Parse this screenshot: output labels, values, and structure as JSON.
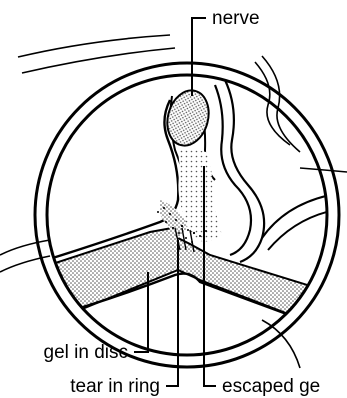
{
  "labels": {
    "nerve": "nerve",
    "gel_in_disc": "gel in disc",
    "tear_in_ring": "tear in ring",
    "escaped_gel": "escaped ge"
  },
  "colors": {
    "ink": "#000000",
    "paper": "#ffffff",
    "stipple": "#555555"
  }
}
